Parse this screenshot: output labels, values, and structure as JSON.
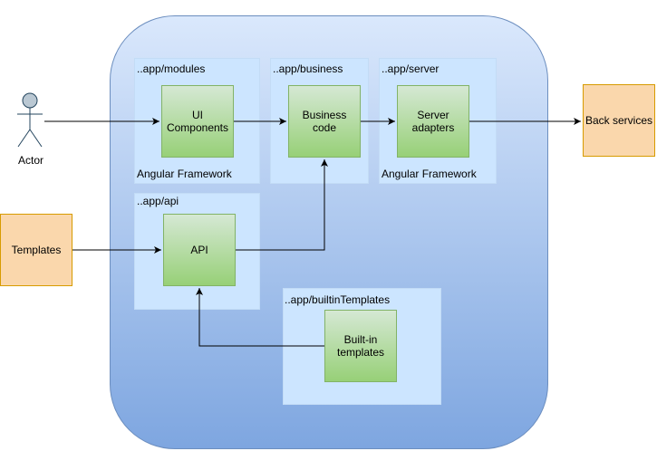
{
  "actor": {
    "label": "Actor"
  },
  "container": {
    "modules": {
      "label": "..app/modules",
      "framework": "Angular Framework",
      "component": "UI\nComponents"
    },
    "business": {
      "label": "..app/business",
      "component": "Business\ncode"
    },
    "server": {
      "label": "..app/server",
      "framework": "Angular Framework",
      "component": "Server\nadapters"
    },
    "api": {
      "label": "..app/api",
      "component": "API"
    },
    "builtin": {
      "label": "..app/builtinTemplates",
      "component": "Built-in\ntemplates"
    }
  },
  "templates": {
    "label": "Templates"
  },
  "back_services": {
    "label": "Back services"
  },
  "colors": {
    "container_top": "#dae8fc",
    "container_bottom": "#7ea6e0",
    "module_fill": "#cce5ff",
    "component_top": "#d5e8d4",
    "component_bottom": "#97d077",
    "component_border": "#82b366",
    "external_fill": "#fad7ac",
    "external_border": "#d79b00",
    "edge": "#000000"
  }
}
